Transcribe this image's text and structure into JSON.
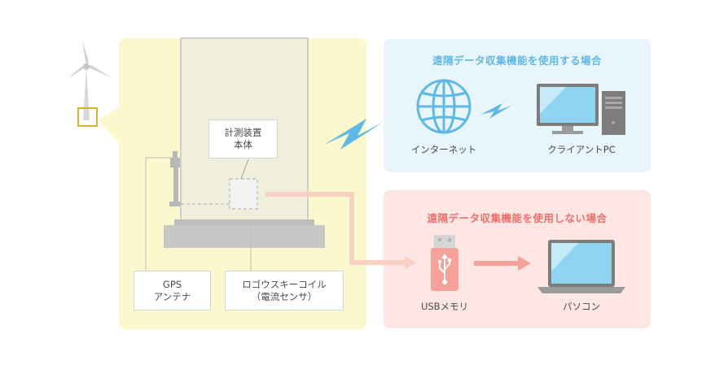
{
  "colors": {
    "site_bg": "#faf8cc",
    "remote_bg": "#e8f6fb",
    "local_bg": "#fde6e3",
    "remote_accent": "#5fb8e6",
    "local_accent": "#f06e6a",
    "usb_pink": "#f7a19b",
    "gray": "#c9c9c9",
    "frame_yellow": "#d8b42a"
  },
  "remote": {
    "title": "遠隔データ収集機能を使用する場合",
    "internet_label": "インターネット",
    "client_label": "クライアントPC",
    "icons": [
      "globe-icon",
      "desktop-pc-icon",
      "lightning-bolt-icon"
    ]
  },
  "local": {
    "title": "遠隔データ収集機能を使用しない場合",
    "usb_label": "USBメモリ",
    "pc_label": "パソコン",
    "icons": [
      "usb-memory-icon",
      "laptop-icon",
      "arrow-right-icon"
    ]
  },
  "site": {
    "device_label_line1": "計測装置",
    "device_label_line2": "本体",
    "gps_line1": "GPS",
    "gps_line2": "アンテナ",
    "coil_line1": "ロゴウスキーコイル",
    "coil_line2": "（電流センサ）",
    "icons": [
      "wind-turbine-icon",
      "gps-antenna-icon"
    ]
  }
}
